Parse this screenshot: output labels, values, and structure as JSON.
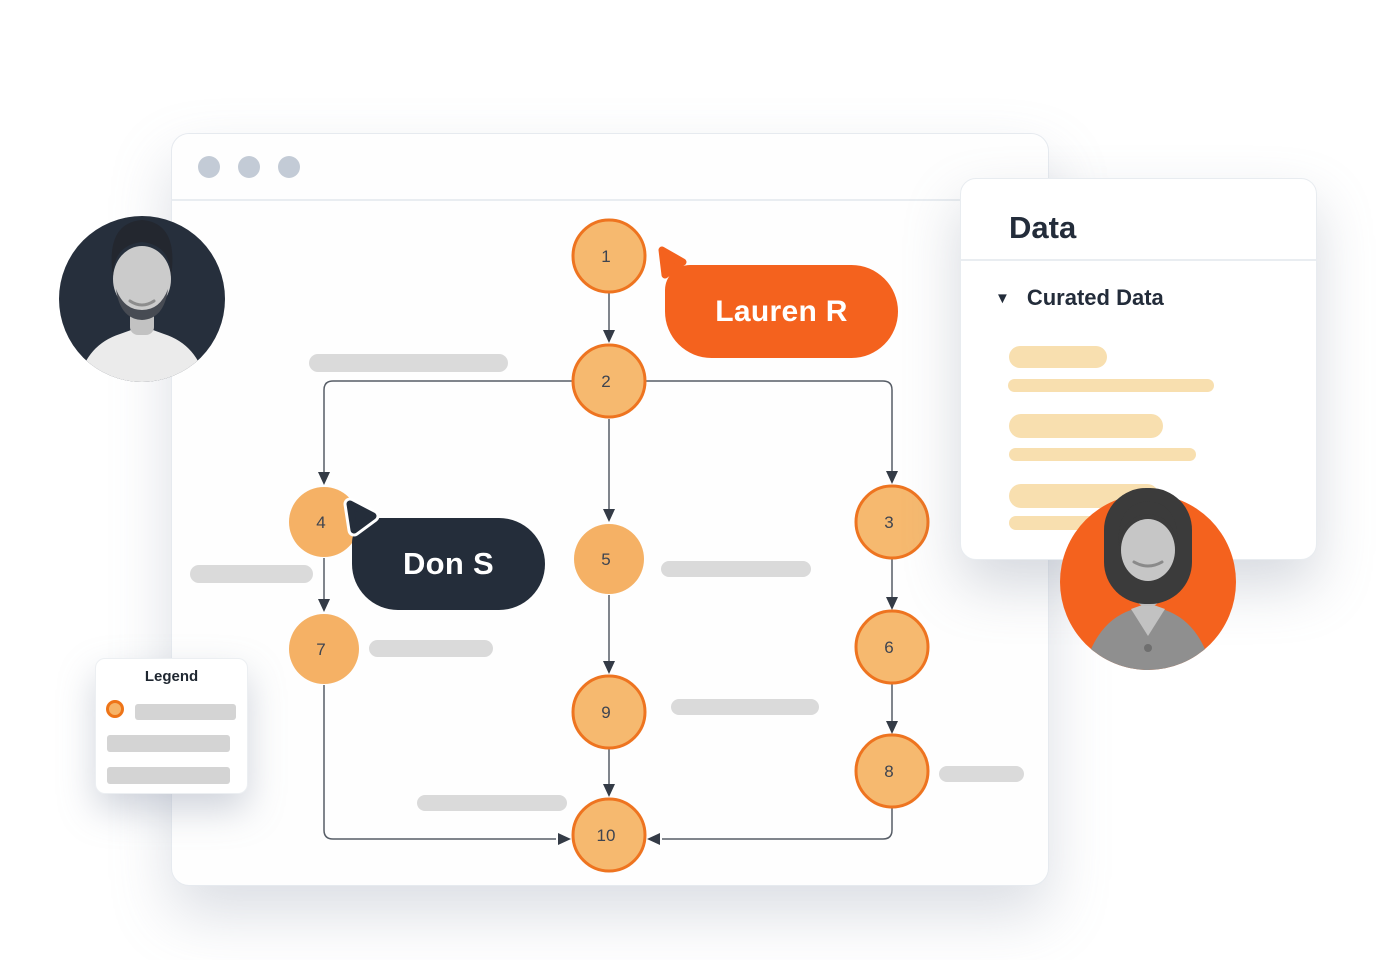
{
  "browser_window": {
    "traffic_dots_count": 3
  },
  "flowchart": {
    "nodes": [
      {
        "label": "1",
        "highlighted": true
      },
      {
        "label": "2",
        "highlighted": true
      },
      {
        "label": "3",
        "highlighted": true
      },
      {
        "label": "4",
        "highlighted": false
      },
      {
        "label": "5",
        "highlighted": false
      },
      {
        "label": "6",
        "highlighted": true
      },
      {
        "label": "7",
        "highlighted": false
      },
      {
        "label": "8",
        "highlighted": true
      },
      {
        "label": "9",
        "highlighted": true
      },
      {
        "label": "10",
        "highlighted": true
      }
    ],
    "edges": [
      "1→2",
      "2→3",
      "2→4",
      "2→5",
      "3→6",
      "4→7",
      "5→9",
      "6→8",
      "7→10",
      "8→10",
      "9→10"
    ],
    "placeholder_bar_count": 7
  },
  "collaborators": [
    {
      "name": "Lauren R",
      "color": "#F4621E"
    },
    {
      "name": "Don S",
      "color": "#242D3A"
    }
  ],
  "data_panel": {
    "title": "Data",
    "section_label": "Curated Data",
    "collapse_icon": "▼",
    "placeholder_bar_count": 6
  },
  "legend": {
    "title": "Legend",
    "row_count": 3
  },
  "colors": {
    "accent_orange": "#F4621E",
    "node_fill": "#F6B96F",
    "node_stroke": "#EE7420",
    "dark_navy": "#242D3A",
    "beige_bar": "#F8DFAF",
    "gray_bar": "#DADADA",
    "window_dot": "#C3CBD6",
    "edge_line": "#575D66"
  }
}
